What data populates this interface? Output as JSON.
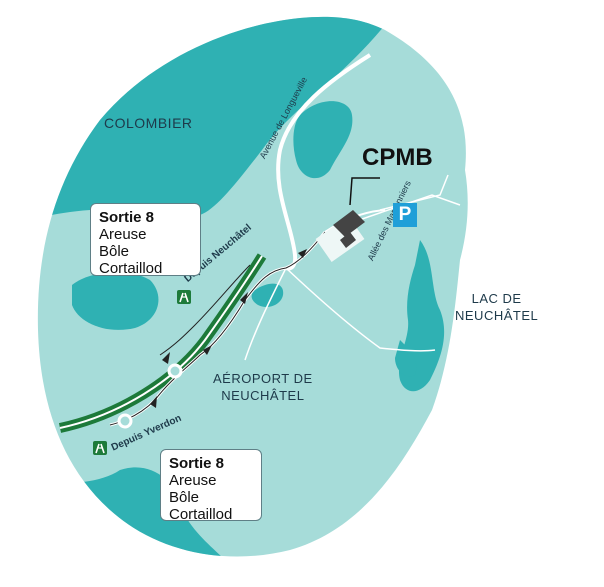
{
  "map": {
    "colors": {
      "land": "#a6dcd9",
      "dark_area": "#2fb1b3",
      "road": "#ffffff",
      "motorway": "#1d7a3a",
      "building": "#444444",
      "parking": "#1f9fd8"
    },
    "labels": {
      "colombier": "COLOMBIER",
      "aeroport_line1": "AÉROPORT DE",
      "aeroport_line2": "NEUCHÂTEL",
      "lac_line1": "LAC DE",
      "lac_line2": "NEUCHÂTEL",
      "cpmb": "CPMB",
      "depuis_neuchatel": "Depuis Neuchâtel",
      "depuis_yverdon": "Depuis Yverdon",
      "avenue_longueville": "Avenue de Longueville",
      "allee_marronniers": "Allée des Marronniers",
      "parking": "P"
    },
    "exit_top": {
      "title": "Sortie 8",
      "places": [
        "Areuse",
        "Bôle",
        "Cortaillod"
      ]
    },
    "exit_bottom": {
      "title": "Sortie 8",
      "places": [
        "Areuse",
        "Bôle",
        "Cortaillod"
      ]
    },
    "icons": {
      "motorway_sign": "motorway-sign-icon",
      "parking_sign": "parking-sign-icon"
    }
  }
}
